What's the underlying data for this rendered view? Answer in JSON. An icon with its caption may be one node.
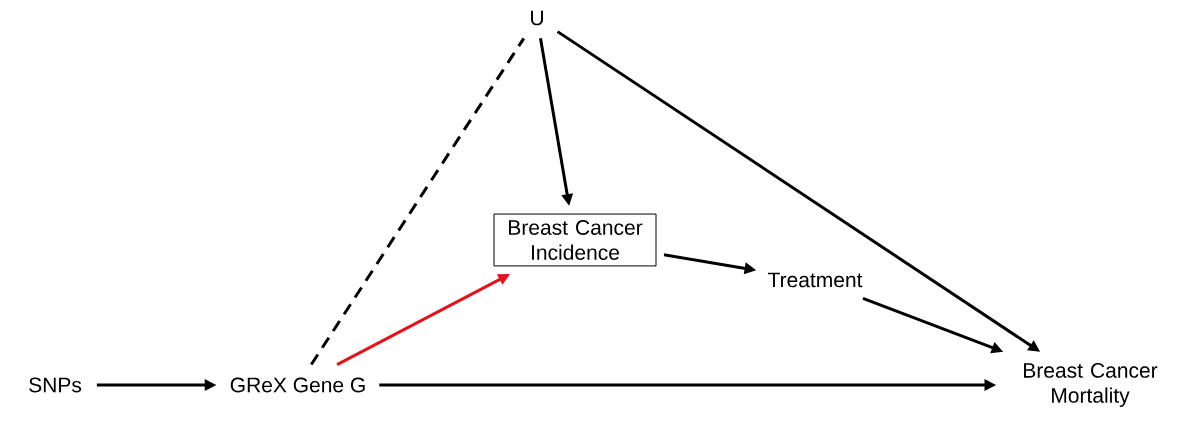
{
  "diagram": {
    "nodes": [
      {
        "text": [
          "SNPs"
        ]
      },
      {
        "text": [
          "GReX Gene G"
        ]
      },
      {
        "text": [
          "U"
        ]
      },
      {
        "text": [
          "Breast Cancer Incidence"
        ]
      },
      {
        "text": [
          "Treatment"
        ]
      },
      {
        "text": [
          "Breast Cancer Mortality"
        ]
      }
    ],
    "edges": [
      {
        "from": 0,
        "to": 1,
        "arrow": "to"
      },
      {
        "from": 1,
        "to": 2,
        "arrow": "none",
        "style": "dashed"
      },
      {
        "from": 2,
        "to": 3,
        "arrow": "to"
      },
      {
        "from": 1,
        "to": 3,
        "arrow": "to",
        "color": "#e0141e"
      },
      {
        "from": 3,
        "to": 4,
        "arrow": "to"
      },
      {
        "from": 4,
        "to": 5,
        "arrow": "to"
      },
      {
        "from": 2,
        "to": 5,
        "arrow": "to"
      },
      {
        "from": 1,
        "to": 5,
        "arrow": "to"
      }
    ]
  }
}
